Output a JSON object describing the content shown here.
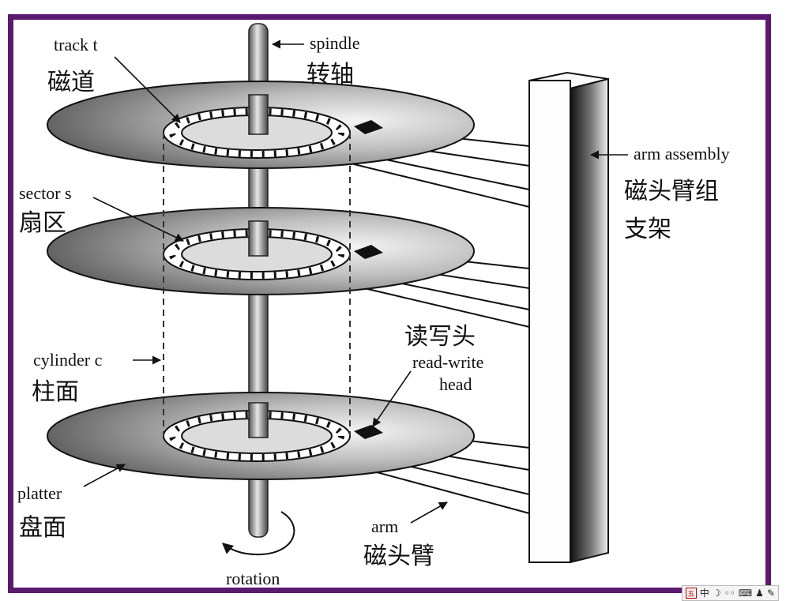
{
  "labels": {
    "track": "track t",
    "track_zh": "磁道",
    "spindle": "spindle",
    "spindle_zh": "转轴",
    "sector": "sector s",
    "sector_zh": "扇区",
    "arm_assembly": "arm assembly",
    "arm_assembly_zh_1": "磁头臂组",
    "arm_assembly_zh_2": "支架",
    "read_write_zh": "读写头",
    "read_write_1": "read-write",
    "read_write_2": "head",
    "cylinder": "cylinder c",
    "cylinder_zh": "柱面",
    "platter": "platter",
    "platter_zh": "盘面",
    "arm": "arm",
    "arm_zh": "磁头臂",
    "rotation": "rotation"
  },
  "ime_toolbar": {
    "logo": "五",
    "mode": "中",
    "icons": [
      "moon-icon",
      "punctuation-icon",
      "keyboard-icon",
      "user-icon",
      "wrench-icon"
    ]
  },
  "colors": {
    "frame": "#5a1a6e"
  }
}
